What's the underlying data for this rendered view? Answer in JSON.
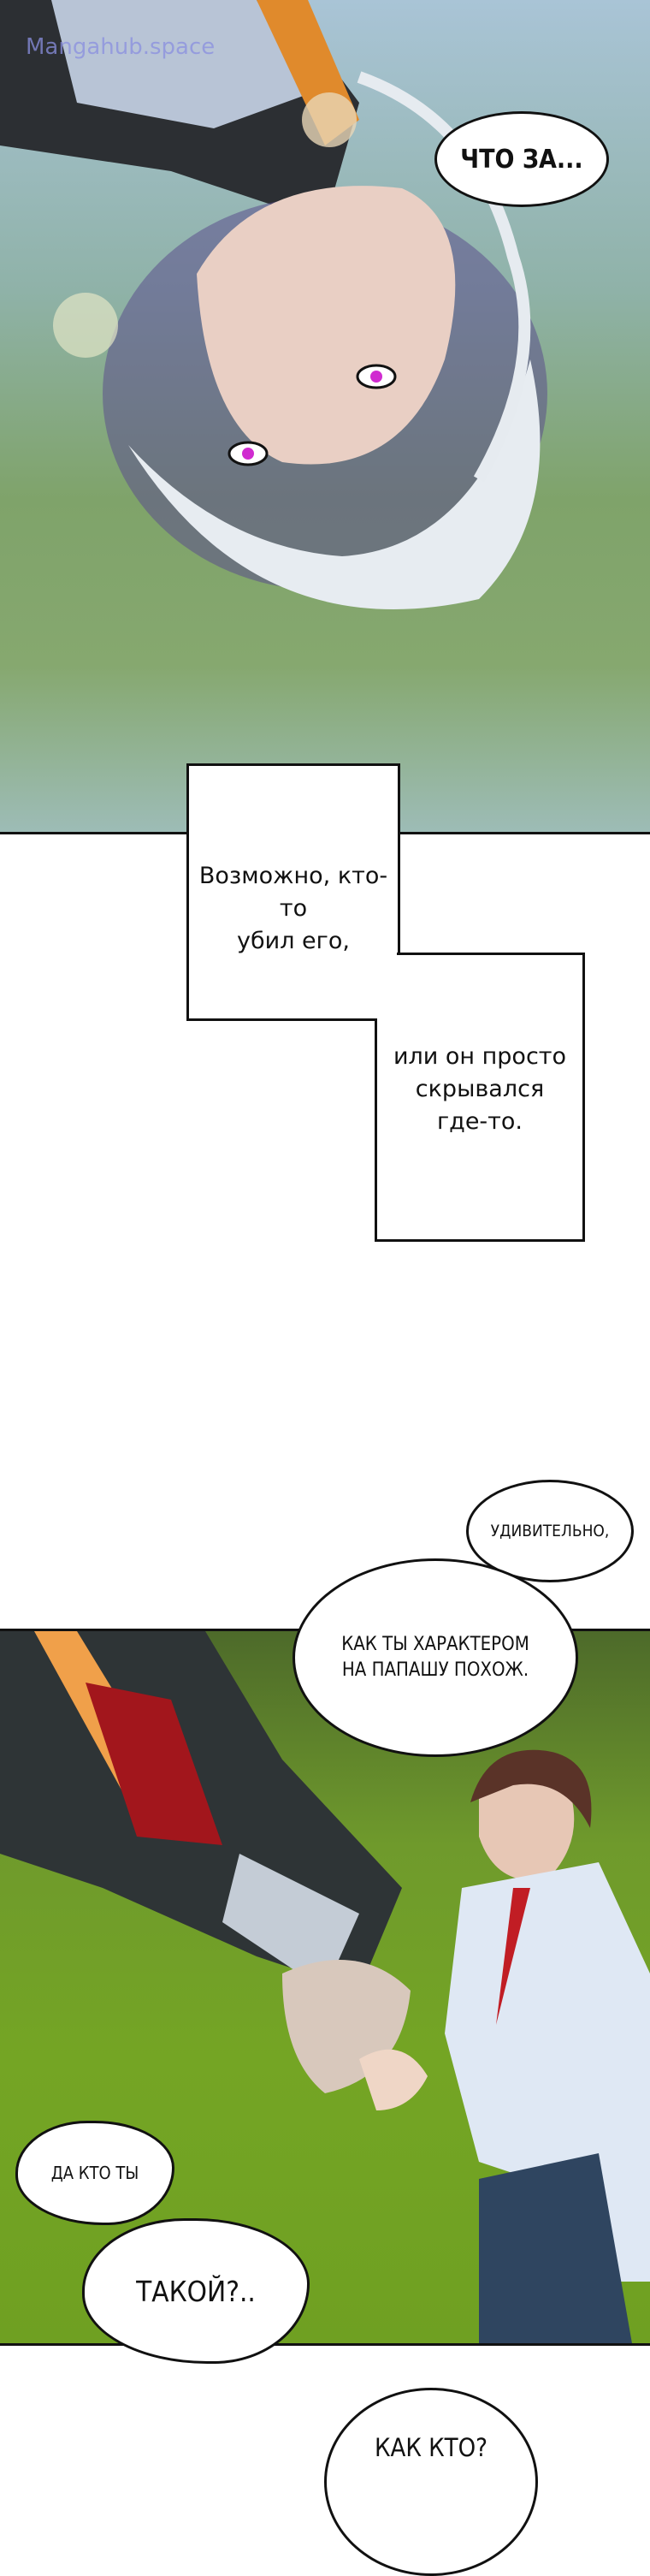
{
  "watermark": "Mangahub.space",
  "panel1": {
    "bubble": "ЧТО ЗА..."
  },
  "captions": {
    "first": [
      "Возможно, кто-то",
      "убил его,"
    ],
    "second": [
      "или он просто",
      "скрывался",
      "где-то."
    ]
  },
  "panel2": {
    "bubble_top": "УДИВИТЕЛЬНО,",
    "bubble_main": [
      "КАК ТЫ ХАРАКТЕРОМ",
      "НА ПАПАШУ ПОХОЖ."
    ],
    "bubble_left_small": "ДА КТО ТЫ",
    "bubble_left_big": "ТАКОЙ?..",
    "bubble_bottom": "КАК КТО?"
  }
}
